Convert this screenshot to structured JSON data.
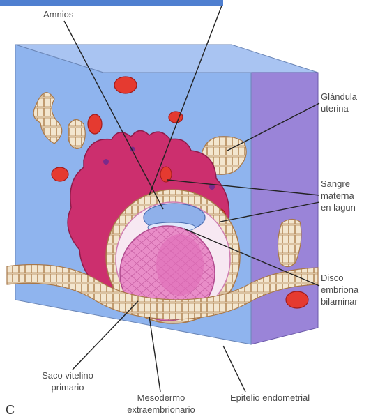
{
  "labels": {
    "amnios": "Amnios",
    "glandula_1": "Glándula",
    "glandula_2": "uterina",
    "sangre_1": "Sangre",
    "sangre_2": "materna",
    "sangre_3": "en lagun",
    "disco_1": "Disco",
    "disco_2": "embriona",
    "disco_3": "bilaminar",
    "saco_1": "Saco vitelino",
    "saco_2": "primario",
    "meso_1": "Mesodermo",
    "meso_2": "extraembrionario",
    "epitelio": "Epitelio endometrial",
    "panel": "C"
  },
  "colors": {
    "tissue_blue": "#8fb4ee",
    "side_purple": "#9a84d8",
    "top_blue": "#a9c4f2",
    "trophoblast": "#cc2f6e",
    "yolk_sac": "#e987c6",
    "gland_cells": "#f1e5cf",
    "blood": "#e53a30",
    "header_bar": "#4f7fd0"
  }
}
